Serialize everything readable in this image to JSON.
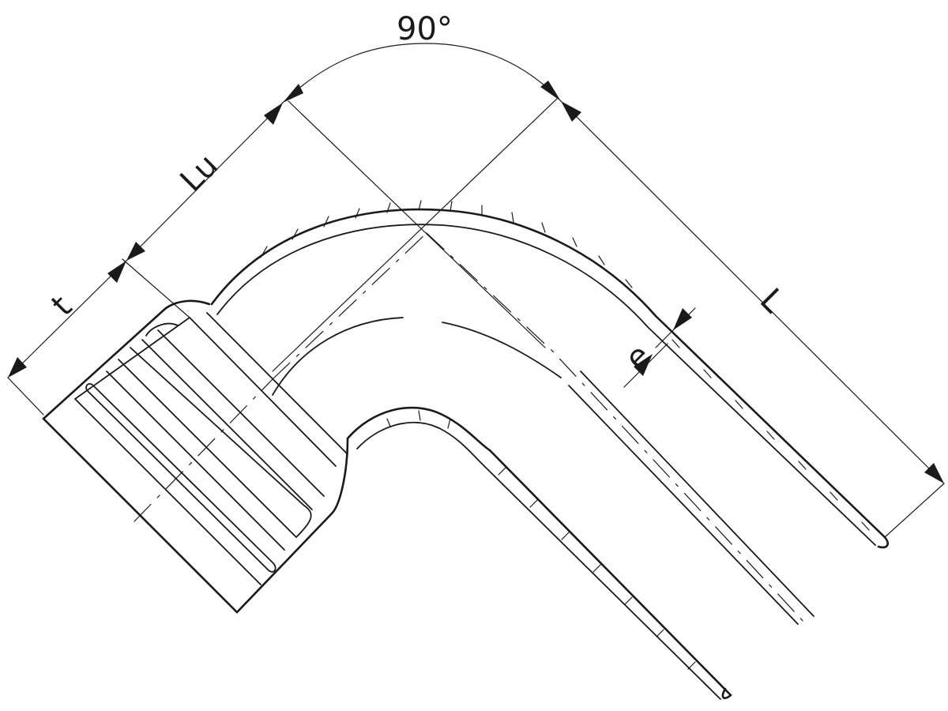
{
  "labels": {
    "angle": "90°",
    "socket_depth": "t",
    "useful_length": "Lu",
    "overall_length": "L",
    "wall_thickness": "e"
  }
}
